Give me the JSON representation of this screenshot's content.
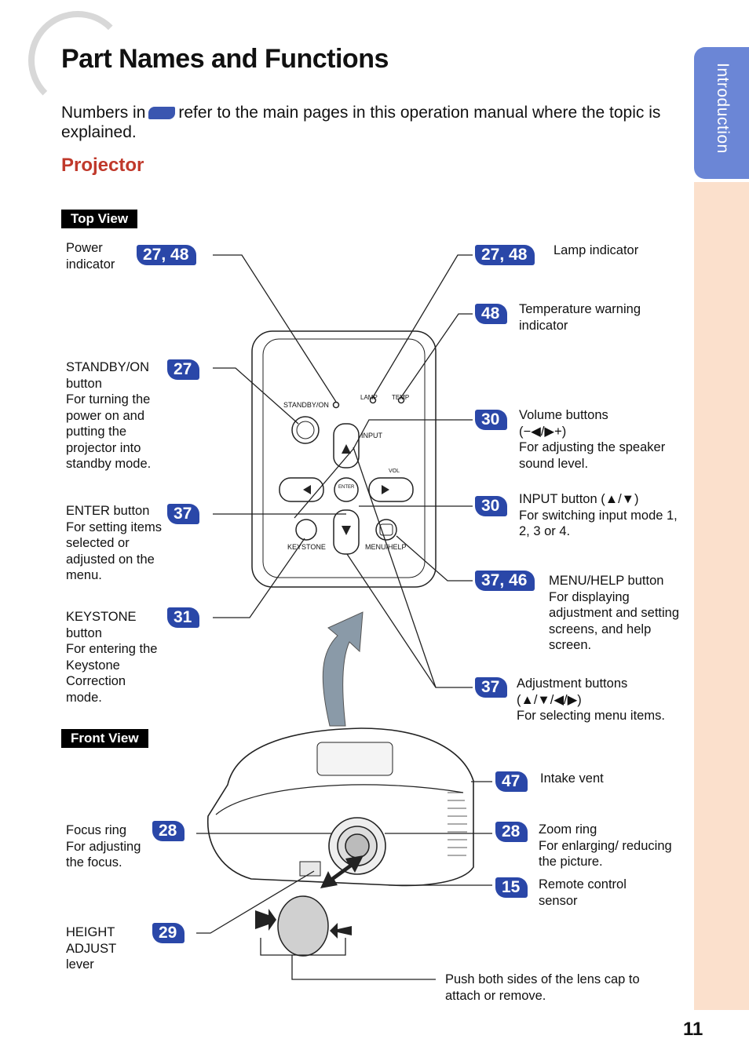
{
  "page": {
    "title": "Part Names and Functions",
    "intro_before": "Numbers in",
    "intro_after": "refer to the main pages in this operation manual where the topic is explained.",
    "section": "Projector",
    "side_tab": "Introduction",
    "page_number": "11"
  },
  "views": {
    "top": "Top View",
    "front": "Front View"
  },
  "top_view": {
    "power": {
      "badge": "27, 48",
      "title": "Power indicator",
      "desc": ""
    },
    "lamp": {
      "badge": "27, 48",
      "title": "Lamp indicator",
      "desc": ""
    },
    "temp": {
      "badge": "48",
      "title": "Temperature warning indicator",
      "desc": ""
    },
    "standby": {
      "badge": "27",
      "title": "STANDBY/ON button",
      "desc": "For turning the power on and putting the projector into standby mode."
    },
    "volume": {
      "badge": "30",
      "title": "Volume buttons (−◀/▶+)",
      "desc": "For adjusting the speaker sound level."
    },
    "enter": {
      "badge": "37",
      "title": "ENTER button",
      "desc": "For setting items selected or adjusted on the menu."
    },
    "input": {
      "badge": "30",
      "title": "INPUT button (▲/▼)",
      "desc": "For switching input mode 1, 2, 3 or 4."
    },
    "menu": {
      "badge": "37, 46",
      "title": "MENU/HELP button",
      "desc": "For displaying adjustment and setting screens, and help screen."
    },
    "keystone": {
      "badge": "31",
      "title": "KEYSTONE button",
      "desc": "For entering the Keystone Correction mode."
    },
    "adjust": {
      "badge": "37",
      "title": "Adjustment buttons (▲/▼/◀/▶)",
      "desc": "For selecting menu items."
    }
  },
  "panel": {
    "standby": "STANDBY/ON",
    "lamp": "LAMP",
    "temp": "TEMP",
    "input": "INPUT",
    "vol": "VOL",
    "enter": "ENTER",
    "keystone": "KEYSTONE",
    "menu": "MENU/HELP"
  },
  "front_view": {
    "intake": {
      "badge": "47",
      "title": "Intake vent",
      "desc": ""
    },
    "focus": {
      "badge": "28",
      "title": "Focus ring",
      "desc": "For adjusting the focus."
    },
    "zoom": {
      "badge": "28",
      "title": "Zoom ring",
      "desc": "For enlarging/ reducing the picture."
    },
    "remote": {
      "badge": "15",
      "title": "Remote control sensor",
      "desc": ""
    },
    "height": {
      "badge": "29",
      "title": "HEIGHT ADJUST lever",
      "desc": ""
    },
    "lens_cap_note": "Push both sides of the lens cap to attach or remove."
  },
  "colors": {
    "badge": "#2a47a8",
    "section": "#c0392b",
    "tab": "#6b86d6",
    "strip": "#fbe0cc"
  }
}
